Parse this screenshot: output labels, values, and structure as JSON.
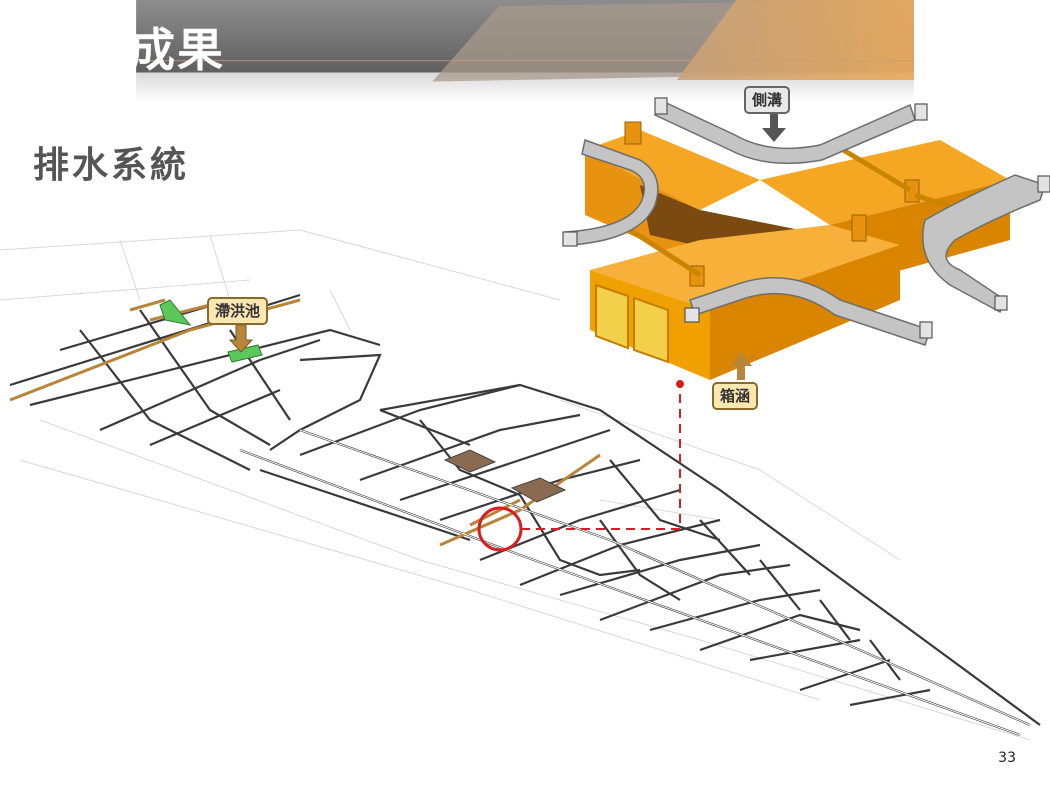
{
  "slide": {
    "title": "執行成果",
    "subtitle": "排水系統",
    "page_number": "33"
  },
  "labels": {
    "detention_pond": "滯洪池",
    "side_ditch": "側溝",
    "box_culvert": "箱涵"
  },
  "colors": {
    "title_bar_gray": "#7a7a7a",
    "accent_orange": "#e9a24a",
    "culvert_orange": "#f0a000",
    "ditch_gray": "#b5b5b5",
    "marker_red": "#d81e1e",
    "pond_green": "#4fc24f",
    "road_brown": "#b7863a"
  }
}
